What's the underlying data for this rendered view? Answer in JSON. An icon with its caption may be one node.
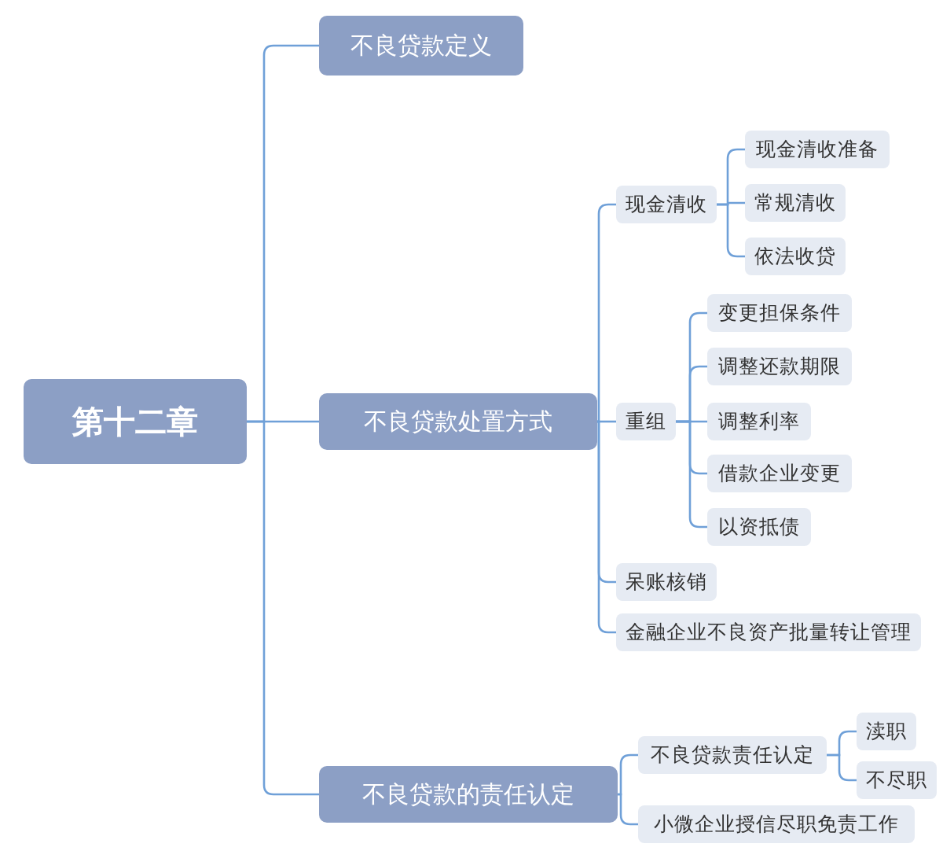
{
  "diagram": {
    "nodes": [
      {
        "text": [
          "第十二章"
        ]
      },
      {
        "text": [
          "不良贷款定义"
        ]
      },
      {
        "text": [
          "不良贷款处置方式"
        ]
      },
      {
        "text": [
          "现金清收"
        ]
      },
      {
        "text": [
          "现金清收准备"
        ]
      },
      {
        "text": [
          "常规清收"
        ]
      },
      {
        "text": [
          "依法收贷"
        ]
      },
      {
        "text": [
          "重组"
        ]
      },
      {
        "text": [
          "变更担保条件"
        ]
      },
      {
        "text": [
          "调整还款期限"
        ]
      },
      {
        "text": [
          "调整利率"
        ]
      },
      {
        "text": [
          "借款企业变更"
        ]
      },
      {
        "text": [
          "以资抵债"
        ]
      },
      {
        "text": [
          "呆账核销"
        ]
      },
      {
        "text": [
          "金融企业不良资产批量转让管理"
        ]
      },
      {
        "text": [
          "不良贷款的责任认定"
        ]
      },
      {
        "text": [
          "不良贷款责任认定"
        ]
      },
      {
        "text": [
          "渎职"
        ]
      },
      {
        "text": [
          "不尽职"
        ]
      },
      {
        "text": [
          "小微企业授信尽职免责工作"
        ]
      }
    ],
    "edges": [
      {
        "from": 0,
        "to": 1,
        "arrow": "none"
      },
      {
        "from": 0,
        "to": 2,
        "arrow": "none"
      },
      {
        "from": 0,
        "to": 15,
        "arrow": "none"
      },
      {
        "from": 2,
        "to": 3,
        "arrow": "none"
      },
      {
        "from": 3,
        "to": 4,
        "arrow": "none"
      },
      {
        "from": 3,
        "to": 5,
        "arrow": "none"
      },
      {
        "from": 3,
        "to": 6,
        "arrow": "none"
      },
      {
        "from": 2,
        "to": 7,
        "arrow": "none"
      },
      {
        "from": 7,
        "to": 8,
        "arrow": "none"
      },
      {
        "from": 7,
        "to": 9,
        "arrow": "none"
      },
      {
        "from": 7,
        "to": 10,
        "arrow": "none"
      },
      {
        "from": 7,
        "to": 11,
        "arrow": "none"
      },
      {
        "from": 7,
        "to": 12,
        "arrow": "none"
      },
      {
        "from": 2,
        "to": 13,
        "arrow": "none"
      },
      {
        "from": 2,
        "to": 14,
        "arrow": "none"
      },
      {
        "from": 15,
        "to": 16,
        "arrow": "none"
      },
      {
        "from": 16,
        "to": 17,
        "arrow": "none"
      },
      {
        "from": 16,
        "to": 18,
        "arrow": "none"
      },
      {
        "from": 15,
        "to": 19,
        "arrow": "none"
      }
    ]
  }
}
